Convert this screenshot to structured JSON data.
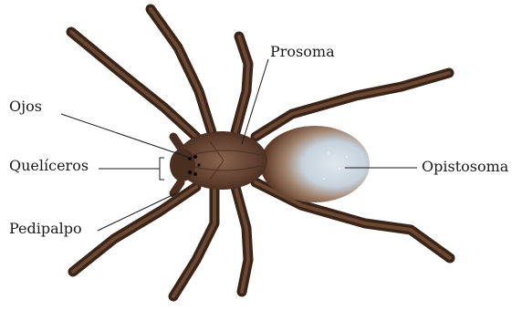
{
  "labels": {
    "prosoma": "Prosoma",
    "ojos": "Ojos",
    "queliceros": "Quelíceros",
    "opistosoma": "Opistosoma",
    "pedipalpo": "Pedipalpo"
  },
  "colors": {
    "leg_dark": "#3a2418",
    "leg_mid": "#6b4530",
    "leg_light": "#a07a62",
    "body_brown": "#5a3a2a",
    "abdomen_pale": "#c9d4dc",
    "abdomen_edge": "#8a5a40",
    "leader_line": "#1a1a1a"
  }
}
